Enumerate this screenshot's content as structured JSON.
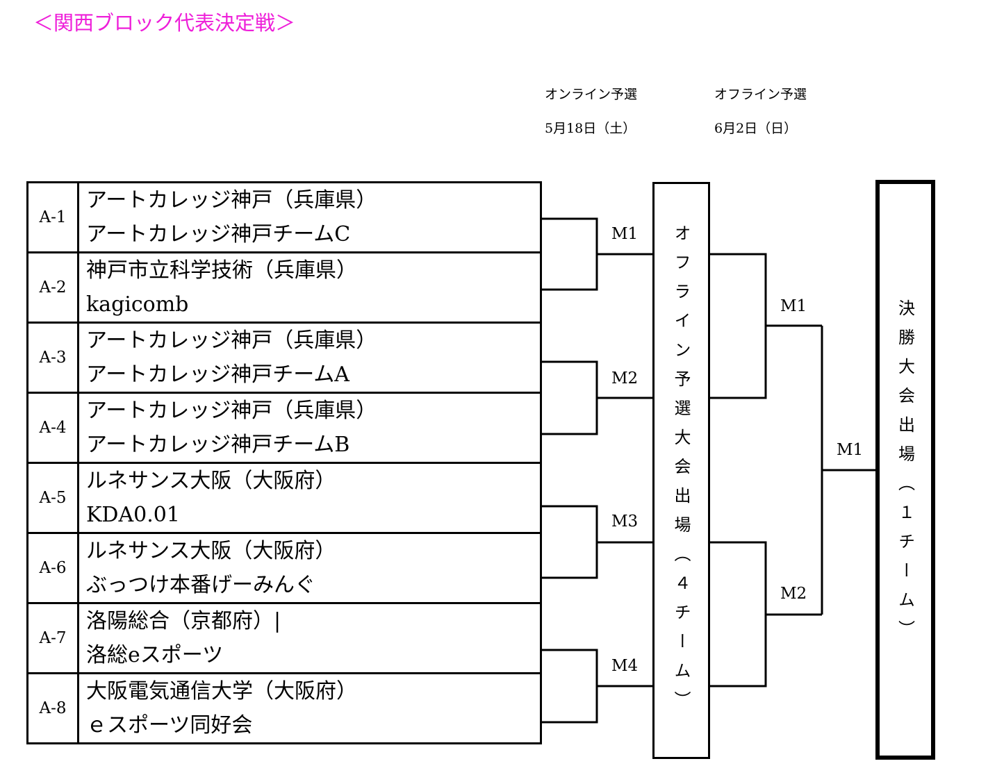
{
  "title": "＜関西ブロック代表決定戦＞",
  "rounds": [
    {
      "name": "オンライン予選",
      "date": "5月18日（土）"
    },
    {
      "name": "オフライン予選",
      "date": "6月2日（日）"
    }
  ],
  "entries": [
    {
      "seed": "A-1",
      "school": "アートカレッジ神戸（兵庫県）",
      "team": "アートカレッジ神戸チームC"
    },
    {
      "seed": "A-2",
      "school": "神戸市立科学技術（兵庫県）",
      "team": "kagicomb"
    },
    {
      "seed": "A-3",
      "school": "アートカレッジ神戸（兵庫県）",
      "team": "アートカレッジ神戸チームA"
    },
    {
      "seed": "A-4",
      "school": "アートカレッジ神戸（兵庫県）",
      "team": "アートカレッジ神戸チームB"
    },
    {
      "seed": "A-5",
      "school": "ルネサンス大阪（大阪府）",
      "team": "KDA0.01"
    },
    {
      "seed": "A-6",
      "school": "ルネサンス大阪（大阪府）",
      "team": "ぶっつけ本番げーみんぐ"
    },
    {
      "seed": "A-7",
      "school": "洛陽総合（京都府）|",
      "team": "洛総eスポーツ"
    },
    {
      "seed": "A-8",
      "school": "大阪電気通信大学（大阪府）",
      "team": "ｅスポーツ同好会"
    }
  ],
  "matches": {
    "online": [
      "M1",
      "M2",
      "M3",
      "M4"
    ],
    "offline": [
      "M1",
      "M2"
    ],
    "final": "M1"
  },
  "boxes": {
    "offline_qualify": "オフライン予選大会出場（４チーム）",
    "final_qualify": "決勝大会出場（１チーム）"
  }
}
